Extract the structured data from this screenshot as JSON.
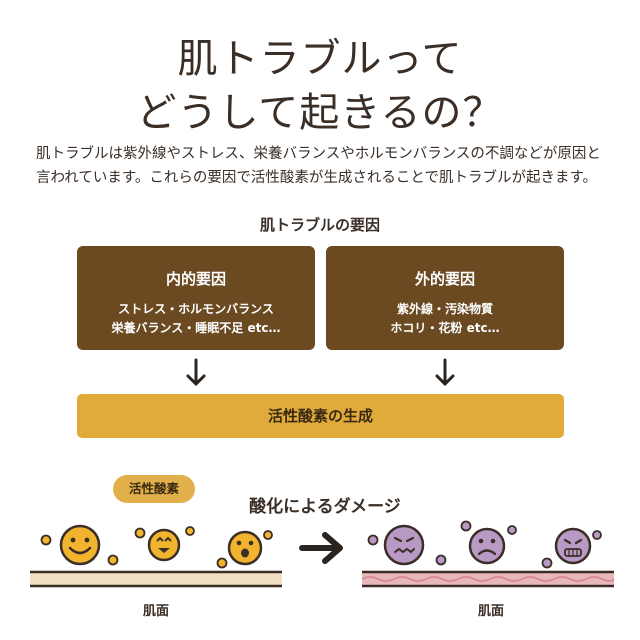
{
  "title": {
    "line1": "肌トラブルって",
    "line2": "どうして起きるの？"
  },
  "description": {
    "line1": "肌トラブルは紫外線やストレス、栄養バランスやホルモンバランスの不調などが原因と",
    "line2": "言われています。これらの要因で活性酸素が生成されることで肌トラブルが起きます。"
  },
  "causes": {
    "heading": "肌トラブルの要因",
    "internal": {
      "title": "内的要因",
      "line1": "ストレス・ホルモンバランス",
      "line2": "栄養バランス・睡眠不足 etc…"
    },
    "external": {
      "title": "外的要因",
      "line1": "紫外線・汚染物質",
      "line2": "ホコリ・花粉 etc…"
    },
    "result": "活性酸素の生成"
  },
  "oxidation": {
    "tag": "活性酸素",
    "title": "酸化によるダメージ",
    "left_label": "肌面",
    "right_label": "肌面"
  },
  "colors": {
    "brown": "#6b4a22",
    "mustard": "#e0ab3b",
    "tag": "#e2b04a",
    "face_yellow": "#f2b42f",
    "face_purple": "#b99ac4",
    "skin_healthy": "#f1dfc1",
    "skin_damaged": "#e9b8b8"
  },
  "icons": {
    "down_arrow": "down-arrow-icon",
    "right_arrow": "right-arrow-icon",
    "happy_face": "happy-face-icon",
    "sad_face": "sad-face-icon"
  }
}
